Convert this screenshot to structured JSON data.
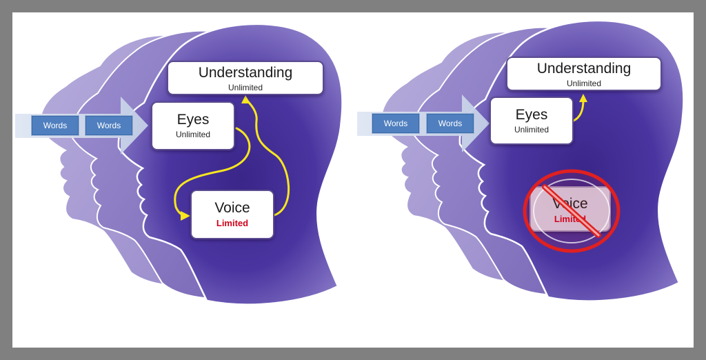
{
  "left_diagram": {
    "understanding": {
      "title": "Understanding",
      "subtitle": "Unlimited"
    },
    "eyes": {
      "title": "Eyes",
      "subtitle": "Unlimited"
    },
    "voice": {
      "title": "Voice",
      "subtitle": "Limited"
    },
    "words": [
      "Words",
      "Words"
    ]
  },
  "right_diagram": {
    "understanding": {
      "title": "Understanding",
      "subtitle": "Unlimited"
    },
    "eyes": {
      "title": "Eyes",
      "subtitle": "Unlimited"
    },
    "voice": {
      "title": "Voice",
      "subtitle": "Limited"
    },
    "words": [
      "Words",
      "Words"
    ]
  },
  "colors": {
    "frame": "#808080",
    "head_light": "#a59bd0",
    "head_mid": "#8c7dc4",
    "head_dark": "#3d2b8c",
    "arrow": "#f7e61e",
    "word_chip": "#4f7fbf",
    "limited": "#d0021b",
    "no_sign": "#e02020"
  },
  "icons": {
    "arrow_band": "right-arrow-icon",
    "no_sign": "prohibition-sign-icon"
  }
}
